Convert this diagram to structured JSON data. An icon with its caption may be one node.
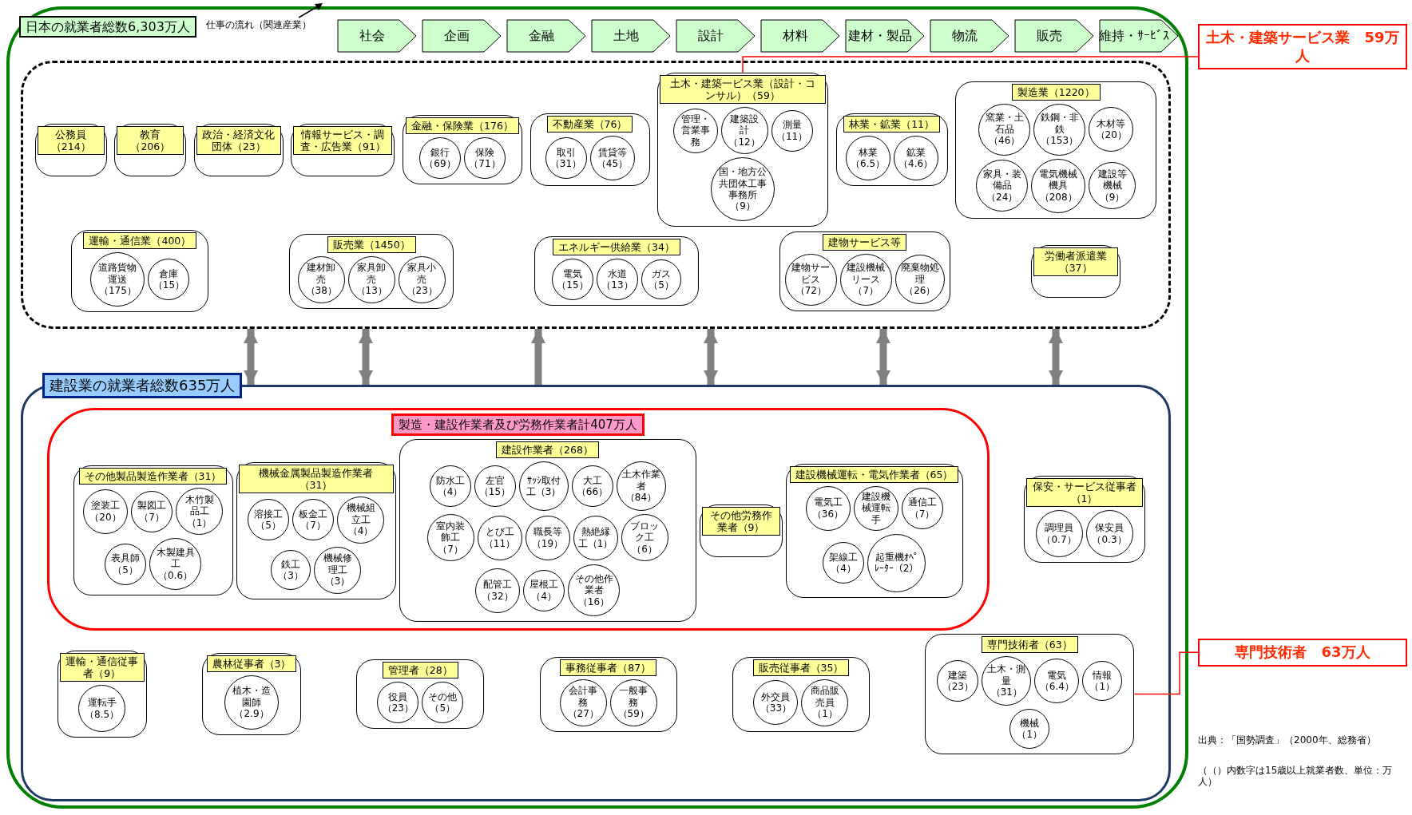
{
  "diagram": {
    "nodes": [
      {
        "text": [
          "日本の就業者総数6,303万人"
        ]
      },
      {
        "text": [
          "社会"
        ],
        "in": 0
      },
      {
        "text": [
          "企画"
        ],
        "in": 0
      },
      {
        "text": [
          "金融"
        ],
        "in": 0
      },
      {
        "text": [
          "土地"
        ],
        "in": 0
      },
      {
        "text": [
          "設計"
        ],
        "in": 0
      },
      {
        "text": [
          "材料"
        ],
        "in": 0
      },
      {
        "text": [
          "建材・製品"
        ],
        "in": 0
      },
      {
        "text": [
          "物流"
        ],
        "in": 0
      },
      {
        "text": [
          "販売"
        ],
        "in": 0
      },
      {
        "text": [
          "維持・ｻｰﾋﾞｽ"
        ],
        "in": 0
      },
      {
        "text": [],
        "shape": "band",
        "in": 0
      },
      {
        "text": [
          "公務員（214）"
        ],
        "in": 11
      },
      {
        "text": [
          "教育（206）"
        ],
        "in": 11
      },
      {
        "text": [
          "政治・経済文化団体（23）"
        ],
        "in": 11
      },
      {
        "text": [
          "情報サービス・調査・広告業（91）"
        ],
        "in": 11
      },
      {
        "text": [
          "金融・保険業（176）"
        ],
        "in": 11
      },
      {
        "text": [
          "銀行（69）"
        ],
        "in": 16
      },
      {
        "text": [
          "保険（71）"
        ],
        "in": 16
      },
      {
        "text": [
          "不動産業（76）"
        ],
        "in": 11
      },
      {
        "text": [
          "取引（31）"
        ],
        "in": 19
      },
      {
        "text": [
          "賃貸等（45）"
        ],
        "in": 19
      },
      {
        "text": [
          "土木・建築一ビス業（設計・コンサル）（59）"
        ],
        "in": 11
      },
      {
        "text": [
          "管理・営業事務"
        ],
        "in": 22
      },
      {
        "text": [
          "建築設計（12）"
        ],
        "in": 22
      },
      {
        "text": [
          "測量（11）"
        ],
        "in": 22
      },
      {
        "text": [
          "国・地方公共団体工事事務所（9）"
        ],
        "in": 22
      },
      {
        "text": [
          "林業・鉱業（11）"
        ],
        "in": 11
      },
      {
        "text": [
          "林業（6.5）"
        ],
        "in": 27
      },
      {
        "text": [
          "鉱業（4.6）"
        ],
        "in": 27
      },
      {
        "text": [
          "製造業（1220）"
        ],
        "in": 11
      },
      {
        "text": [
          "窯業・土石品（46）"
        ],
        "in": 30
      },
      {
        "text": [
          "鉄鋼・非鉄（153）"
        ],
        "in": 30
      },
      {
        "text": [
          "木材等（20）"
        ],
        "in": 30
      },
      {
        "text": [
          "家具・装備品（24）"
        ],
        "in": 30
      },
      {
        "text": [
          "電気機械機具（208）"
        ],
        "in": 30
      },
      {
        "text": [
          "建設等機械（9）"
        ],
        "in": 30
      },
      {
        "text": [
          "運輸・通信業（400）"
        ],
        "in": 11
      },
      {
        "text": [
          "道路貨物運送（175）"
        ],
        "in": 37
      },
      {
        "text": [
          "倉庫（15）"
        ],
        "in": 37
      },
      {
        "text": [
          "販売業（1450）"
        ],
        "in": 11
      },
      {
        "text": [
          "建材卸売（38）"
        ],
        "in": 40
      },
      {
        "text": [
          "家具卸売（13）"
        ],
        "in": 40
      },
      {
        "text": [
          "家具小売（23）"
        ],
        "in": 40
      },
      {
        "text": [
          "エネルギー供給業（34）"
        ],
        "in": 11
      },
      {
        "text": [
          "電気（15）"
        ],
        "in": 44
      },
      {
        "text": [
          "水道（13）"
        ],
        "in": 44
      },
      {
        "text": [
          "ガス（5）"
        ],
        "in": 44
      },
      {
        "text": [
          "建物サービス等"
        ],
        "in": 11
      },
      {
        "text": [
          "建物サービス（72）"
        ],
        "in": 48
      },
      {
        "text": [
          "建設機械リース（7）"
        ],
        "in": 48
      },
      {
        "text": [
          "廃棄物処理（26）"
        ],
        "in": 48
      },
      {
        "text": [
          "労働者派遣業（37）"
        ],
        "in": 11
      },
      {
        "text": [
          "建設業の就業者総数635万人"
        ],
        "in": 0
      },
      {
        "text": [
          "製造・建設作業者及び労務作業者計407万人"
        ],
        "in": 53
      },
      {
        "text": [
          "その他製品製造作業者（31）"
        ],
        "in": 54
      },
      {
        "text": [
          "塗装工（20）"
        ],
        "in": 55
      },
      {
        "text": [
          "製図工（7）"
        ],
        "in": 55
      },
      {
        "text": [
          "木竹製品工（1）"
        ],
        "in": 55
      },
      {
        "text": [
          "表具師（5）"
        ],
        "in": 55
      },
      {
        "text": [
          "木製建具工（0.6）"
        ],
        "in": 55
      },
      {
        "text": [
          "機械金属製品製造作業者（31）"
        ],
        "in": 54
      },
      {
        "text": [
          "溶接工（5）"
        ],
        "in": 61
      },
      {
        "text": [
          "板金工（7）"
        ],
        "in": 61
      },
      {
        "text": [
          "機械組立工（4）"
        ],
        "in": 61
      },
      {
        "text": [
          "鉄工（3）"
        ],
        "in": 61
      },
      {
        "text": [
          "機械修理工（3）"
        ],
        "in": 61
      },
      {
        "text": [
          "建設作業者（268）"
        ],
        "in": 54
      },
      {
        "text": [
          "防水工（4）"
        ],
        "in": 67
      },
      {
        "text": [
          "左官（15）"
        ],
        "in": 67
      },
      {
        "text": [
          "ｻｯｼ取付工（3）"
        ],
        "in": 67
      },
      {
        "text": [
          "大工（66）"
        ],
        "in": 67
      },
      {
        "text": [
          "土木作業者（84）"
        ],
        "in": 67
      },
      {
        "text": [
          "室内装飾工（7）"
        ],
        "in": 67
      },
      {
        "text": [
          "とび工（11）"
        ],
        "in": 67
      },
      {
        "text": [
          "職長等（19）"
        ],
        "in": 67
      },
      {
        "text": [
          "熱絶縁工（1）"
        ],
        "in": 67
      },
      {
        "text": [
          "ブロック工（6）"
        ],
        "in": 67
      },
      {
        "text": [
          "配管工（32）"
        ],
        "in": 67
      },
      {
        "text": [
          "屋根工（4）"
        ],
        "in": 67
      },
      {
        "text": [
          "その他作業者（16）"
        ],
        "in": 67
      },
      {
        "text": [
          "その他労務作業者（9）"
        ],
        "in": 54
      },
      {
        "text": [
          "建設機械運転・電気作業者（65）"
        ],
        "in": 54
      },
      {
        "text": [
          "電気工（36）"
        ],
        "in": 82
      },
      {
        "text": [
          "建設機械運転手"
        ],
        "in": 82
      },
      {
        "text": [
          "通信工（7）"
        ],
        "in": 82
      },
      {
        "text": [
          "架線工（4）"
        ],
        "in": 82
      },
      {
        "text": [
          "起重機ｵﾍﾟﾚｰﾀｰ（2）"
        ],
        "in": 82
      },
      {
        "text": [
          "専門技術者（63）"
        ],
        "in": 53
      },
      {
        "text": [
          "建築（23）"
        ],
        "in": 88
      },
      {
        "text": [
          "土木・測量（31）"
        ],
        "in": 88
      },
      {
        "text": [
          "電気（6.4）"
        ],
        "in": 88
      },
      {
        "text": [
          "情報（1）"
        ],
        "in": 88
      },
      {
        "text": [
          "機械（1）"
        ],
        "in": 88
      },
      {
        "text": [
          "保安・サービス従事者（1）"
        ],
        "in": 53
      },
      {
        "text": [
          "調理員（0.7）"
        ],
        "in": 94
      },
      {
        "text": [
          "保安員（0.3）"
        ],
        "in": 94
      },
      {
        "text": [
          "運輸・通信従事者（9）"
        ],
        "in": 53
      },
      {
        "text": [
          "運転手（8.5）"
        ],
        "in": 97
      },
      {
        "text": [
          "農林従事者（3）"
        ],
        "in": 53
      },
      {
        "text": [
          "植木・造園師（2.9）"
        ],
        "in": 99
      },
      {
        "text": [
          "管理者（28）"
        ],
        "in": 53
      },
      {
        "text": [
          "役員（23）"
        ],
        "in": 101
      },
      {
        "text": [
          "その他（5）"
        ],
        "in": 101
      },
      {
        "text": [
          "事務従事者（87）"
        ],
        "in": 53
      },
      {
        "text": [
          "会計事務（27）"
        ],
        "in": 104
      },
      {
        "text": [
          "一般事務（59）"
        ],
        "in": 104
      },
      {
        "text": [
          "販売従事者（35）"
        ],
        "in": 53
      },
      {
        "text": [
          "外交員（33）"
        ],
        "in": 107
      },
      {
        "text": [
          "商品販売員（1）"
        ],
        "in": 107
      },
      {
        "text": [
          "土木・建築サービス業　59万人"
        ]
      },
      {
        "text": [
          "専門技術者　63万人"
        ]
      }
    ],
    "edges": [
      {
        "from": 53,
        "to": 11,
        "arrow": "both"
      },
      {
        "from": 53,
        "to": 11,
        "arrow": "both"
      },
      {
        "from": 53,
        "to": 11,
        "arrow": "to"
      },
      {
        "from": 53,
        "to": 11,
        "arrow": "both"
      },
      {
        "from": 53,
        "to": 11,
        "arrow": "both"
      },
      {
        "from": 53,
        "to": 11,
        "arrow": "both"
      },
      {
        "from": 110,
        "to": 22,
        "arrow": "none",
        "color": "#ff0000"
      },
      {
        "from": 111,
        "to": 88,
        "arrow": "none",
        "color": "#ff0000"
      }
    ],
    "labels": [
      "仕事の流れ（関連産業）",
      "出典：「国勢調査」（2000年、総務省）",
      "（（）内数字は15歳以上就業者数、単位：万人）"
    ]
  }
}
